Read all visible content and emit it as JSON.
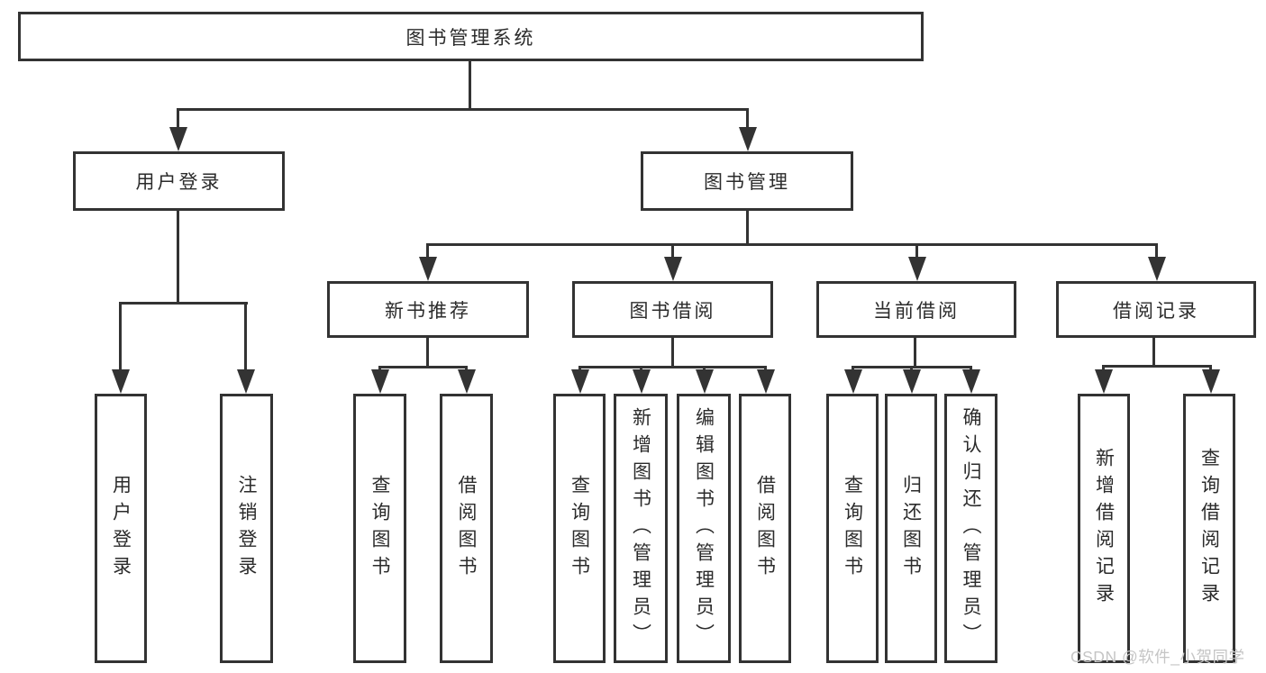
{
  "tree": {
    "root": {
      "label": "图书管理系统"
    },
    "level2": [
      {
        "label": "用户登录"
      },
      {
        "label": "图书管理"
      }
    ],
    "level3": [
      {
        "label": "新书推荐"
      },
      {
        "label": "图书借阅"
      },
      {
        "label": "当前借阅"
      },
      {
        "label": "借阅记录"
      }
    ],
    "leaves": {
      "user_login": [
        "用户登录",
        "注销登录"
      ],
      "new_book_recommend": [
        "查询图书",
        "借阅图书"
      ],
      "book_borrow": [
        "查询图书",
        "新增图书（管理员）",
        "编辑图书（管理员）",
        "借阅图书"
      ],
      "current_borrow": [
        "查询图书",
        "归还图书",
        "确认归还（管理员）"
      ],
      "borrow_records": [
        "新增借阅记录",
        "查询借阅记录"
      ]
    }
  },
  "watermark": {
    "text": "CSDN @软件_小贺同学"
  },
  "colors": {
    "line": "#333333",
    "background": "#ffffff",
    "watermark": "#c5c5c5"
  }
}
